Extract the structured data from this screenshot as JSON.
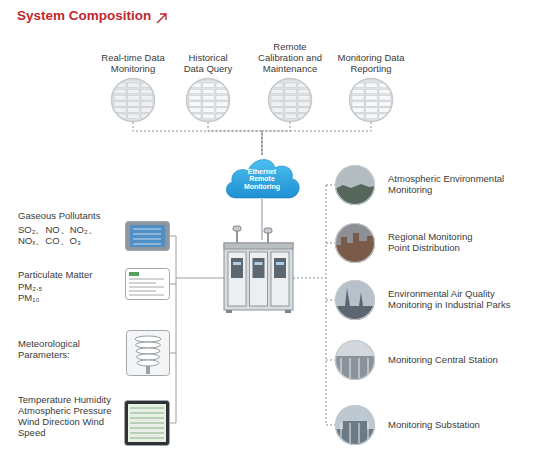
{
  "diagram": {
    "title": "System Composition",
    "nodes": [
      {
        "text": [
          "Real-time Data Monitoring"
        ]
      },
      {
        "text": [
          "Historical Data Query"
        ]
      },
      {
        "text": [
          "Remote Calibration and Maintenance"
        ]
      },
      {
        "text": [
          "Monitoring Data Reporting"
        ]
      },
      {
        "text": [
          "Ethernet Remote Monitoring"
        ]
      },
      {
        "text": [
          "Gaseous Pollutants",
          "SO₂、NO、NO₂、NOₓ、CO、O₃"
        ]
      },
      {
        "text": [
          "Particulate Matter",
          "PM₂.₅ PM₁₀"
        ]
      },
      {
        "text": [
          "Meteorological Parameters:"
        ]
      },
      {
        "text": [
          "Temperature Humidity Atmospheric Pressure Wind Direction Wind Speed"
        ]
      },
      {
        "text": [
          "Atmospheric Environmental Monitoring"
        ]
      },
      {
        "text": [
          "Regional Monitoring Point Distribution"
        ]
      },
      {
        "text": [
          "Environmental Air Quality Monitoring in Industrial Parks"
        ]
      },
      {
        "text": [
          "Monitoring Central Station"
        ]
      },
      {
        "text": [
          "Monitoring Substation"
        ]
      }
    ],
    "edges": [
      {
        "from": 0,
        "to": 4,
        "arrow": "none"
      },
      {
        "from": 1,
        "to": 4,
        "arrow": "none"
      },
      {
        "from": 2,
        "to": 4,
        "arrow": "none"
      },
      {
        "from": 3,
        "to": 4,
        "arrow": "none"
      }
    ]
  }
}
